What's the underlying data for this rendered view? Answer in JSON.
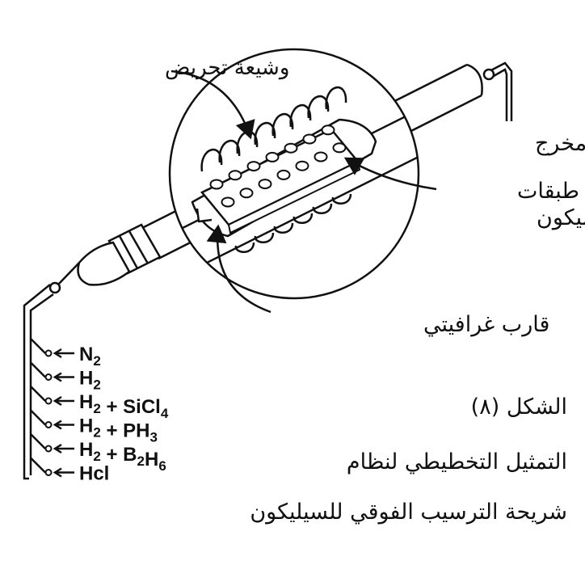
{
  "labels": {
    "coil": "وشيعة تحريض",
    "outlet": "مخرج",
    "wafers_line1": "طبقات",
    "wafers_line2": "السيليكون",
    "boat": "قارب غرافيتي"
  },
  "gases": [
    {
      "label": "N",
      "sub": "2"
    },
    {
      "label": "H",
      "sub": "2"
    },
    {
      "label": "H",
      "sub": "2",
      "rest": " + SiCl",
      "sub2": "4"
    },
    {
      "label": "H",
      "sub": "2",
      "rest": " + PH",
      "sub2": "3"
    },
    {
      "label": "H",
      "sub": "2",
      "rest": " + B",
      "sub2": "2",
      "rest2": "H",
      "sub3": "6"
    },
    {
      "label": "Hcl"
    }
  ],
  "caption": {
    "figure": "الشكل (٨)",
    "line1": "التمثيل التخطيطي لنظام",
    "line2": "شريحة الترسيب الفوقي للسيليكون"
  },
  "colors": {
    "ink": "#111111",
    "background": "#ffffff"
  }
}
